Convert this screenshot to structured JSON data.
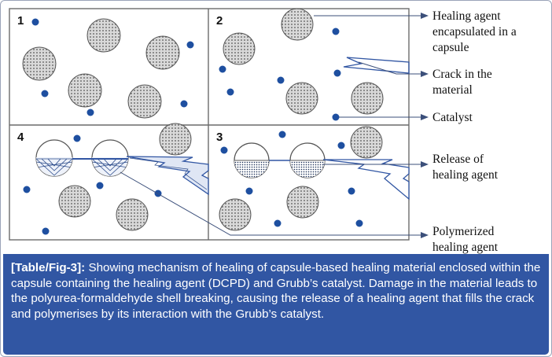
{
  "panels": [
    {
      "number": "1"
    },
    {
      "number": "2"
    },
    {
      "number": "3"
    },
    {
      "number": "4"
    }
  ],
  "labels": {
    "capsule": [
      "Healing agent",
      "encapsulated in a",
      "capsule"
    ],
    "crack": [
      "Crack in the",
      "material"
    ],
    "catalyst": [
      "Catalyst"
    ],
    "release": [
      "Release of",
      "healing agent"
    ],
    "polymerized": [
      "Polymerized",
      "healing agent"
    ]
  },
  "colors": {
    "catalyst_dot": "#1e4fa0",
    "caption_bg": "#3156a3",
    "capsule_fill": "#d7d7d7"
  },
  "caption": {
    "tag": "[Table/Fig-3]:",
    "text": " Showing mechanism of healing of capsule-based healing material enclosed within the capsule containing the healing agent (DCPD) and Grubb’s catalyst. Damage in the material leads to the polyurea-formaldehyde shell breaking, causing the release of a healing agent that fills the crack and polymerises by its interaction with the Grubb’s catalyst."
  }
}
